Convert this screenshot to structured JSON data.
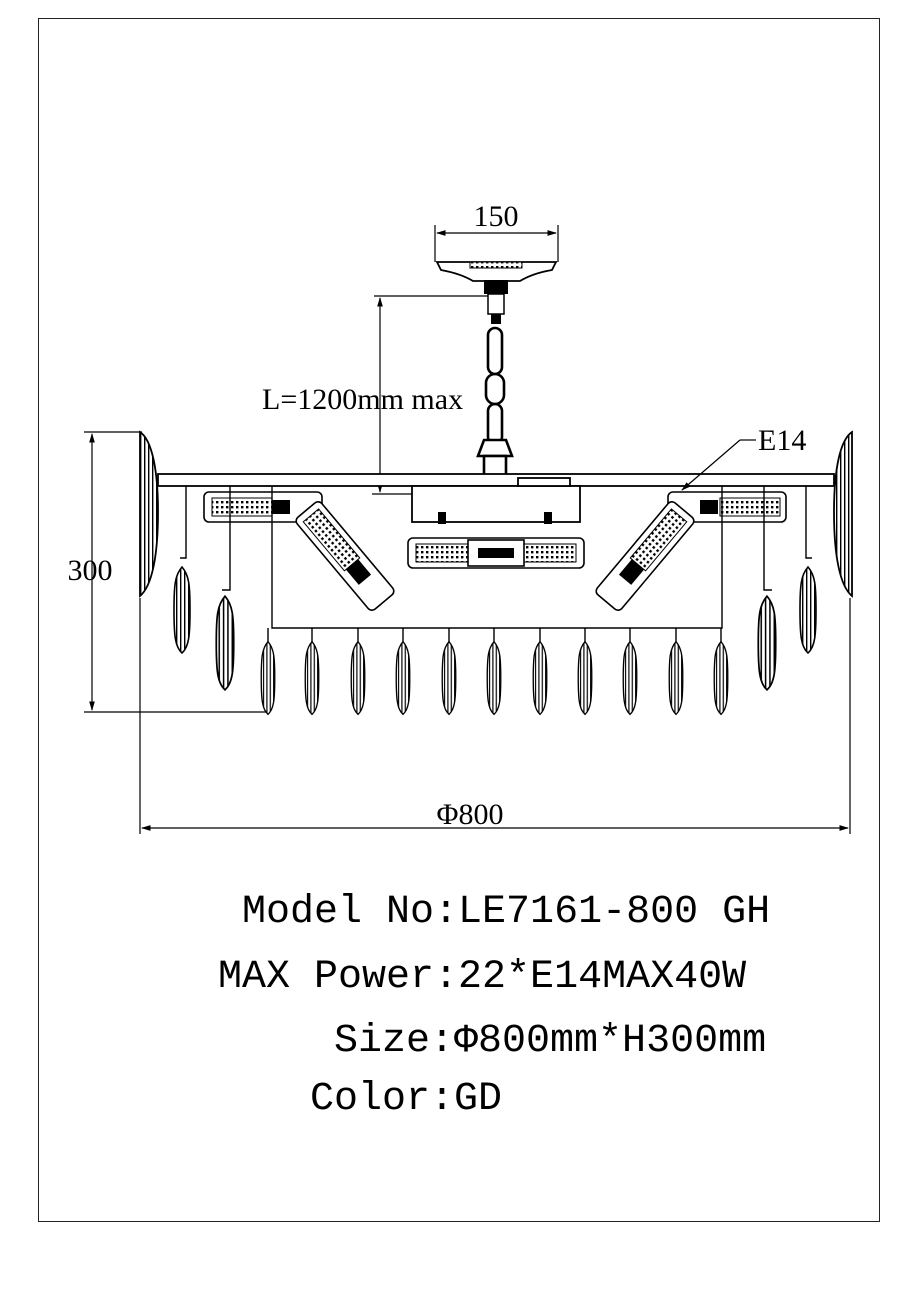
{
  "dimensions": {
    "canopy_width": "150",
    "chain_length": "L=1200mm max",
    "bulb_type": "E14",
    "height": "300",
    "diameter": "Φ800"
  },
  "specs": {
    "model": {
      "label": "Model No:",
      "value": "LE7161-800 GH"
    },
    "max_power": {
      "label": "MAX Power:",
      "value": "22*E14MAX40W"
    },
    "size": {
      "label": "Size:",
      "value": "Φ800mm*H300mm"
    },
    "color": {
      "label": "Color:",
      "value": "GD"
    }
  },
  "colors": {
    "line": "#000000",
    "frame": "#222222"
  }
}
